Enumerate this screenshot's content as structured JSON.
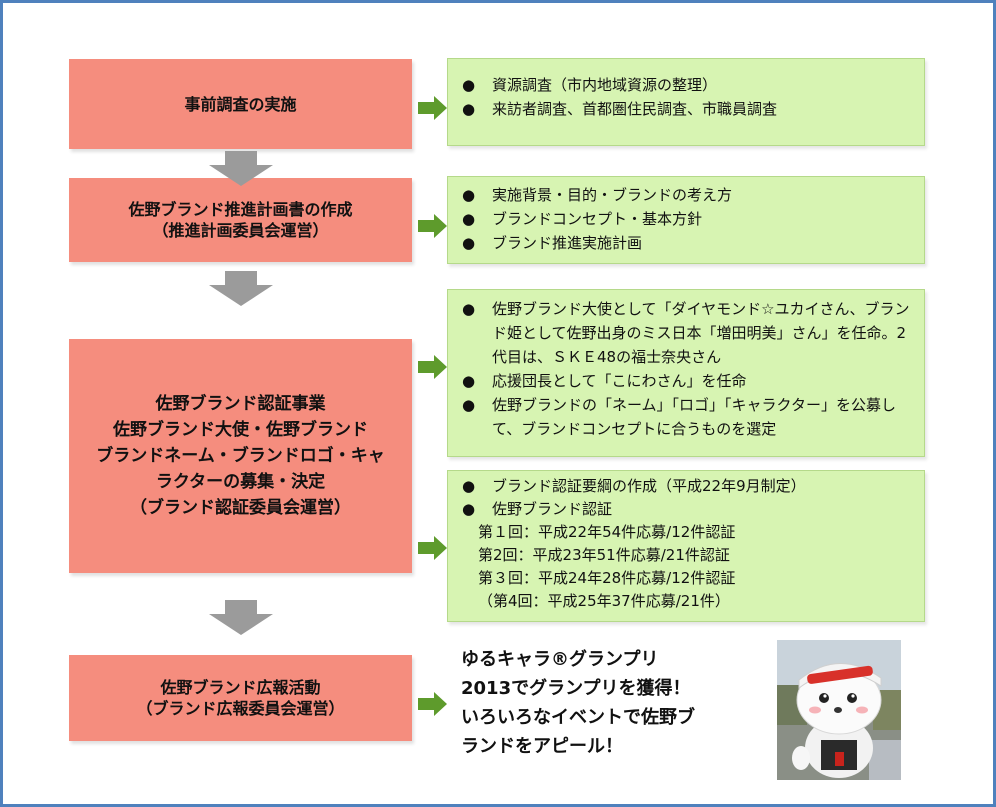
{
  "stages": [
    {
      "lines": [
        "事前調査の実施"
      ]
    },
    {
      "lines": [
        "佐野ブランド推進計画書の作成",
        "（推進計画委員会運営）"
      ]
    },
    {
      "lines": [
        "佐野ブランド認証事業",
        "佐野ブランド大使・佐野ブランド",
        "ブランドネーム・ブランドロゴ・キャ",
        "ラクターの募集・決定",
        "（ブランド認証委員会運営）"
      ]
    },
    {
      "lines": [
        "佐野ブランド広報活動",
        "（ブランド広報委員会運営）"
      ]
    }
  ],
  "details": [
    {
      "bullets": [
        "資源調査（市内地域資源の整理）",
        "来訪者調査、首都圏住民調査、市職員調査"
      ]
    },
    {
      "bullets": [
        "実施背景・目的・ブランドの考え方",
        "ブランドコンセプト・基本方針",
        "ブランド推進実施計画"
      ]
    },
    {
      "bullets": [
        "佐野ブランド大使として「ダイヤモンド☆ユカイさん、ブランド姫として佐野出身のミス日本「増田明美」さん」を任命。2代目は、ＳＫＥ48の福士奈央さん",
        "応援団長として「こにわさん」を任命",
        "佐野ブランドの「ネーム」「ロゴ」「キャラクター」を公募して、ブランドコンセプトに合うものを選定"
      ]
    },
    {
      "bullets": [
        "ブランド認証要綱の作成（平成22年9月制定）",
        "佐野ブランド認証"
      ],
      "lines": [
        "第１回：平成22年54件応募/12件認証",
        "第2回：平成23年51件応募/21件認証",
        "第３回：平成24年28件応募/12件認証",
        "（第4回：平成25年37件応募/21件）"
      ]
    }
  ],
  "bullet_char": "●",
  "promo": {
    "lines": [
      "ゆるキャラ®グランプリ",
      "2013でグランプリを獲得！",
      "いろいろなイベントで佐野ブ",
      "ランドをアピール！"
    ]
  },
  "colors": {
    "stage": "#f58d7e",
    "detail": "#d7f4b2",
    "right_arrow": "#5e9b2c",
    "down_arrow": "#9b9b9b",
    "frame": "#4f81bd"
  }
}
